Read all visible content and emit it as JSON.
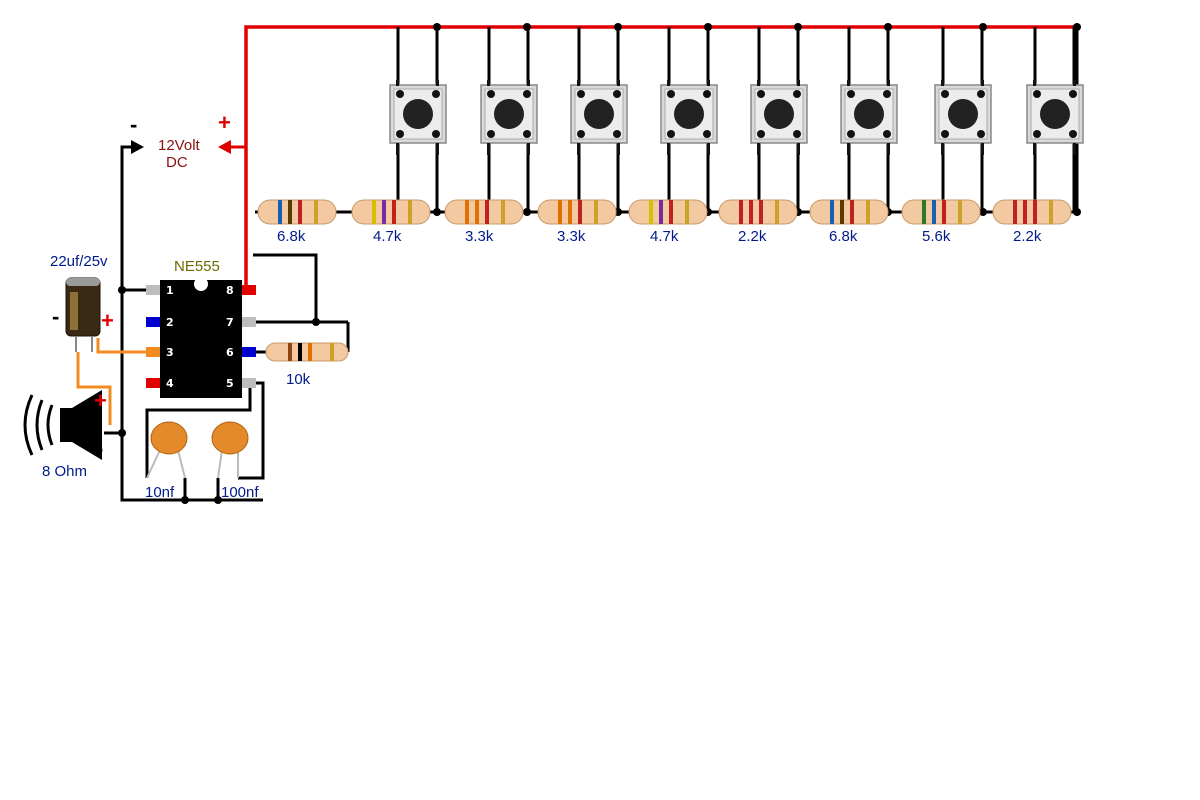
{
  "colors": {
    "wire": "#000000",
    "positive_wire": "#e00000",
    "trigger_wire": "#0000cc",
    "output_wire": "#f28c1e",
    "label_blue": "#001a8c",
    "label_power": "#8b1010",
    "label_ic": "#6b6b00",
    "resistor_body": "#f2c9a0",
    "capacitor_body": "#e48a2a",
    "button_body": "#d9d9d9"
  },
  "power": {
    "minus_sign": "-",
    "plus_sign": "+",
    "label_line1": "12Volt",
    "label_line2": "DC"
  },
  "ic": {
    "name": "NE555",
    "pins": [
      "1",
      "2",
      "3",
      "4",
      "5",
      "6",
      "7",
      "8"
    ]
  },
  "electrolytic": {
    "label": "22uf/25v",
    "minus_sign": "-",
    "plus_sign": "+"
  },
  "speaker": {
    "label": "8 Ohm",
    "plus_sign": "+",
    "minus_sign": "-",
    "icon": "speaker-icon"
  },
  "ladder_resistors": [
    "6.8k",
    "4.7k",
    "3.3k",
    "3.3k",
    "4.7k",
    "2.2k",
    "6.8k",
    "5.6k",
    "2.2k"
  ],
  "timing_resistor": "10k",
  "ceramic_caps": [
    "10nf",
    "100nf"
  ],
  "push_buttons": 8
}
